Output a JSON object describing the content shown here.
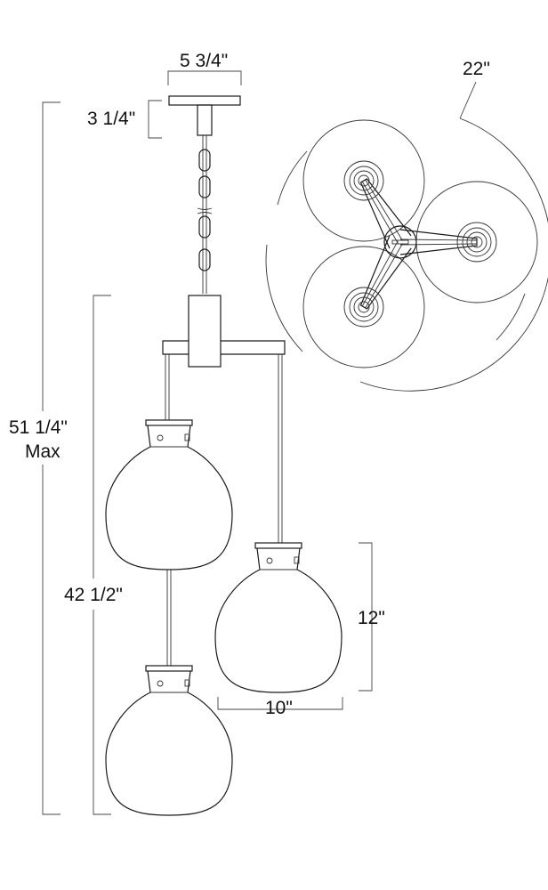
{
  "dimensions": {
    "canopy_width": "5 3/4\"",
    "canopy_height": "3 1/4\"",
    "overall_height": "51 1/4\"",
    "overall_height_note": "Max",
    "fixture_height": "42 1/2\"",
    "shade_height": "12\"",
    "shade_width": "10\"",
    "spread_diameter": "22\""
  }
}
